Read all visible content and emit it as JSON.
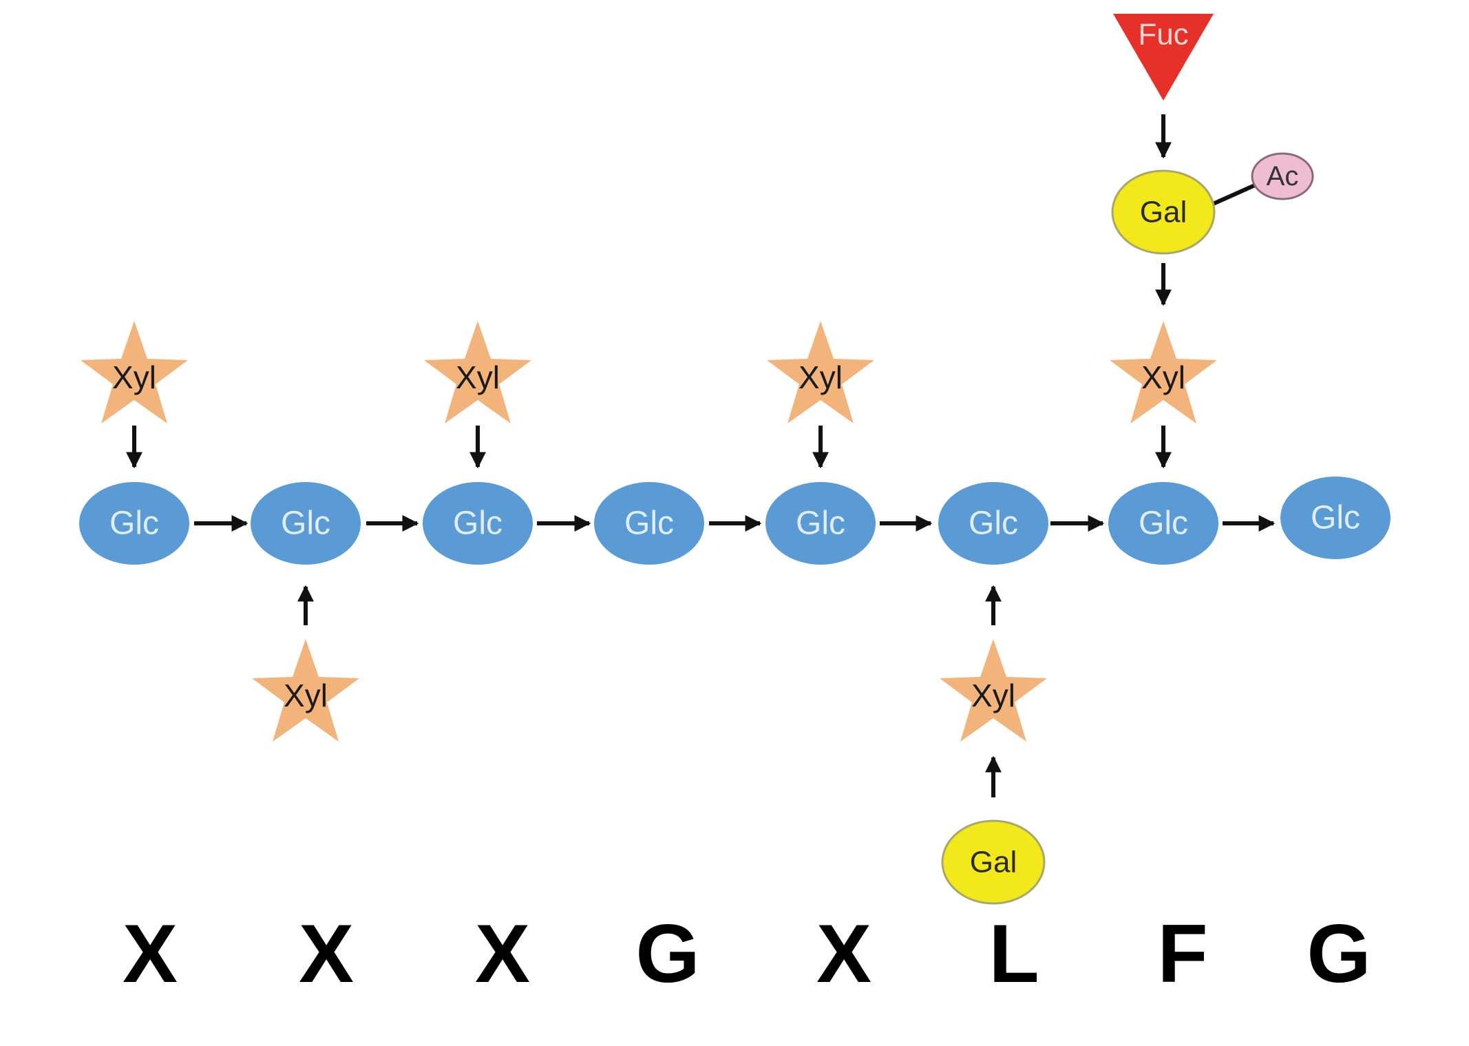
{
  "colors": {
    "glc": "#5b9bd5",
    "xyl": "#f3b47c",
    "gal": "#f2e81a",
    "gal_stroke": "#a8a86a",
    "fuc": "#e8302a",
    "ac": "#f0bcd2",
    "ac_stroke": "#8a6a78",
    "arrow": "#111111"
  },
  "backbone": [
    {
      "label": "Glc"
    },
    {
      "label": "Glc"
    },
    {
      "label": "Glc"
    },
    {
      "label": "Glc"
    },
    {
      "label": "Glc"
    },
    {
      "label": "Glc"
    },
    {
      "label": "Glc"
    },
    {
      "label": "Glc"
    }
  ],
  "side_chains": [
    {
      "backbone_index": 0,
      "side": "top",
      "units": [
        {
          "type": "xyl",
          "label": "Xyl"
        }
      ]
    },
    {
      "backbone_index": 1,
      "side": "bottom",
      "units": [
        {
          "type": "xyl",
          "label": "Xyl"
        }
      ]
    },
    {
      "backbone_index": 2,
      "side": "top",
      "units": [
        {
          "type": "xyl",
          "label": "Xyl"
        }
      ]
    },
    {
      "backbone_index": 4,
      "side": "top",
      "units": [
        {
          "type": "xyl",
          "label": "Xyl"
        }
      ]
    },
    {
      "backbone_index": 5,
      "side": "bottom",
      "units": [
        {
          "type": "xyl",
          "label": "Xyl"
        },
        {
          "type": "gal",
          "label": "Gal"
        }
      ]
    },
    {
      "backbone_index": 6,
      "side": "top",
      "units": [
        {
          "type": "xyl",
          "label": "Xyl"
        },
        {
          "type": "gal",
          "label": "Gal"
        },
        {
          "type": "fuc",
          "label": "Fuc"
        }
      ]
    }
  ],
  "acetyl": {
    "label": "Ac"
  },
  "codes": [
    "X",
    "X",
    "X",
    "G",
    "X",
    "L",
    "F",
    "G"
  ]
}
